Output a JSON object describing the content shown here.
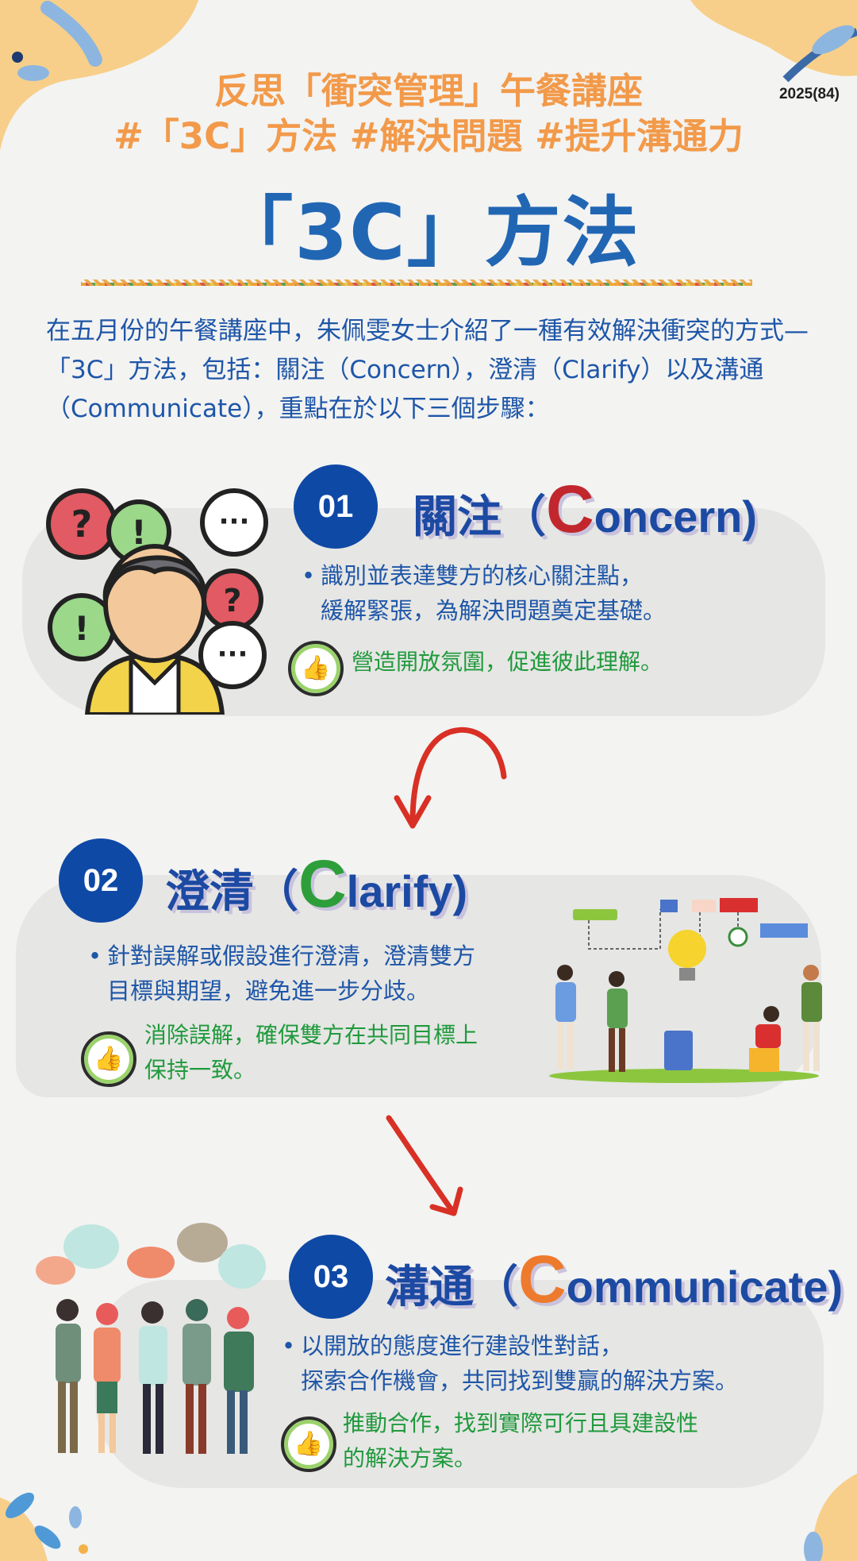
{
  "header": {
    "line1": "反思「衝突管理」午餐講座",
    "line2": "#「3C」方法 #解決問題 #提升溝通力",
    "issue": "2025(84)",
    "main_title": "「3C」方法"
  },
  "intro": "在五月份的午餐講座中，朱佩雯女士介紹了一種有效解決衝突的方式—「3C」方法，包括：關注（Concern），澄清（Clarify）以及溝通（Communicate），重點在於以下三個步驟：",
  "steps": [
    {
      "num": "01",
      "title_zh": "關注（",
      "title_cap": "C",
      "title_rest": "oncern)",
      "cap_color": "#c1272d",
      "bullet_line1": "識別並表達雙方的核心關注點，",
      "bullet_line2": "緩解緊張，為解決問題奠定基礎。",
      "tip_line1": "營造開放氛圍，促進彼此理解。",
      "tip_line2": ""
    },
    {
      "num": "02",
      "title_zh": "澄清（",
      "title_cap": "C",
      "title_rest": "larify)",
      "cap_color": "#2e9e3a",
      "bullet_line1": "針對誤解或假設進行澄清，澄清雙方",
      "bullet_line2": "目標與期望，避免進一步分歧。",
      "tip_line1": "消除誤解，確保雙方在共同目標上",
      "tip_line2": "保持一致。"
    },
    {
      "num": "03",
      "title_zh": "溝通（",
      "title_cap": "C",
      "title_rest": "ommunicate)",
      "cap_color": "#ee7a2d",
      "bullet_line1": "以開放的態度進行建設性對話，",
      "bullet_line2": "探索合作機會，共同找到雙贏的解決方案。",
      "tip_line1": "推動合作，找到實際可行且具建設性",
      "tip_line2": "的解決方案。"
    }
  ],
  "colors": {
    "accent_orange": "#f29a4a",
    "title_blue": "#2166b3",
    "text_blue": "#1e56a8",
    "tip_green": "#1f9a3c",
    "badge_blue": "#0f49a6",
    "arrow_red": "#d93025"
  },
  "icons": [
    "thumbs-up-icon",
    "question-bubble-icon",
    "exclamation-bubble-icon",
    "ellipsis-bubble-icon",
    "lightbulb-icon",
    "speech-bubble-icon",
    "arrow-icon"
  ]
}
